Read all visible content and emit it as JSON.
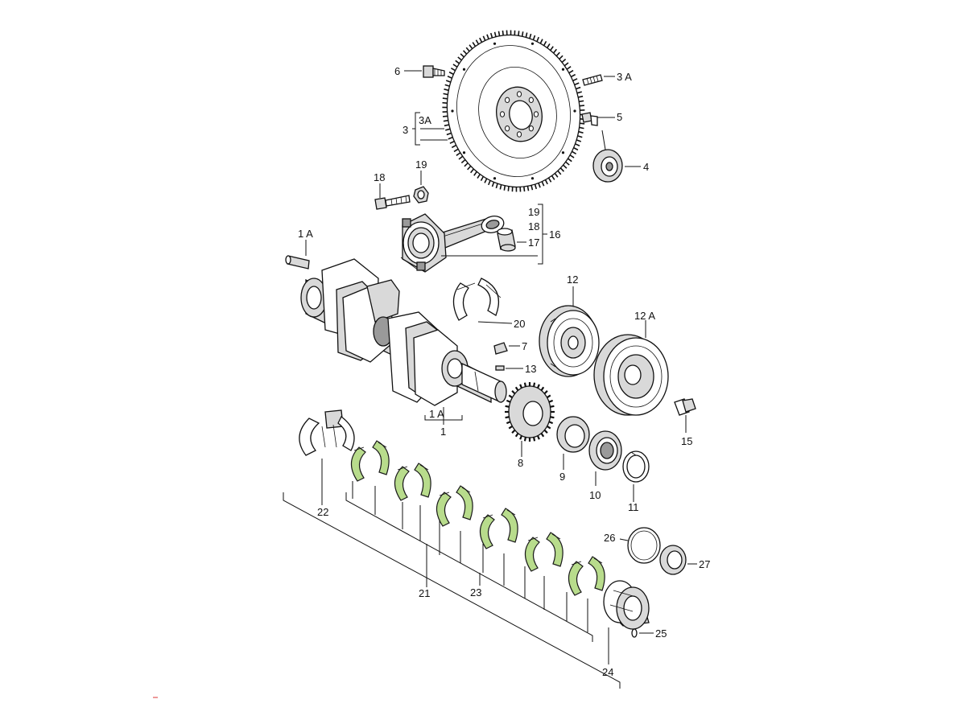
{
  "parts": {
    "p6": "6",
    "p3A_top": "3 A",
    "p3A_side": "3A",
    "p3": "3",
    "p5": "5",
    "p4": "4",
    "p18": "18",
    "p19": "19",
    "p16_19": "19",
    "p16_18": "18",
    "p17": "17",
    "p16": "16",
    "p1A_top": "1 A",
    "p12": "12",
    "p12A": "12 A",
    "p20": "20",
    "p7": "7",
    "p13": "13",
    "p1A_bot": "1 A",
    "p1": "1",
    "p15": "15",
    "p8": "8",
    "p9": "9",
    "p10": "10",
    "p11": "11",
    "p22": "22",
    "p26": "26",
    "p27": "27",
    "p21": "21",
    "p23": "23",
    "p25": "25",
    "p24": "24"
  },
  "colors": {
    "highlight": "#b8dc8c",
    "line": "#111111",
    "background": "#ffffff"
  }
}
